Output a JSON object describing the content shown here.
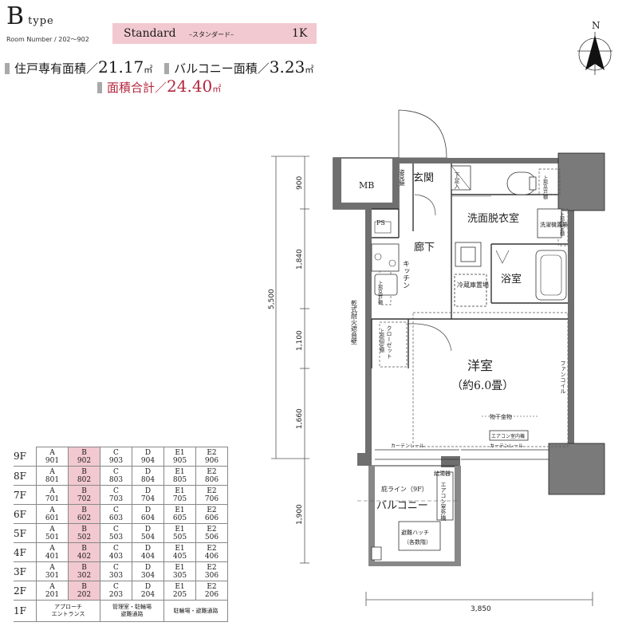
{
  "header": {
    "type_letter": "B",
    "type_word": "type",
    "room_number": "Room Number / 202〜902",
    "plan_name": "Standard",
    "plan_sub": "–スタンダード–",
    "layout": "1K",
    "private_area_label": "住戸専有面積／",
    "private_area_value": "21.17",
    "balcony_area_label": "バルコニー面積／",
    "balcony_area_value": "3.23",
    "total_area_label": "面積合計／",
    "total_area_value": "24.40",
    "unit": "㎡",
    "accent": "#b2263d",
    "highlight": "#f2c9d0"
  },
  "compass": {
    "label": "N",
    "icon": "north-arrow-icon"
  },
  "floor_table": {
    "rows": [
      {
        "floor": "9F",
        "units": [
          [
            "A",
            "901"
          ],
          [
            "B",
            "902"
          ],
          [
            "C",
            "903"
          ],
          [
            "D",
            "904"
          ],
          [
            "E1",
            "905"
          ],
          [
            "E2",
            "906"
          ]
        ]
      },
      {
        "floor": "8F",
        "units": [
          [
            "A",
            "801"
          ],
          [
            "B",
            "802"
          ],
          [
            "C",
            "803"
          ],
          [
            "D",
            "804"
          ],
          [
            "E1",
            "805"
          ],
          [
            "E2",
            "806"
          ]
        ]
      },
      {
        "floor": "7F",
        "units": [
          [
            "A",
            "701"
          ],
          [
            "B",
            "702"
          ],
          [
            "C",
            "703"
          ],
          [
            "D",
            "704"
          ],
          [
            "E1",
            "705"
          ],
          [
            "E2",
            "706"
          ]
        ]
      },
      {
        "floor": "6F",
        "units": [
          [
            "A",
            "601"
          ],
          [
            "B",
            "602"
          ],
          [
            "C",
            "603"
          ],
          [
            "D",
            "604"
          ],
          [
            "E1",
            "605"
          ],
          [
            "E2",
            "606"
          ]
        ]
      },
      {
        "floor": "5F",
        "units": [
          [
            "A",
            "501"
          ],
          [
            "B",
            "502"
          ],
          [
            "C",
            "503"
          ],
          [
            "D",
            "504"
          ],
          [
            "E1",
            "505"
          ],
          [
            "E2",
            "506"
          ]
        ]
      },
      {
        "floor": "4F",
        "units": [
          [
            "A",
            "401"
          ],
          [
            "B",
            "402"
          ],
          [
            "C",
            "403"
          ],
          [
            "D",
            "404"
          ],
          [
            "E1",
            "405"
          ],
          [
            "E2",
            "406"
          ]
        ]
      },
      {
        "floor": "3F",
        "units": [
          [
            "A",
            "301"
          ],
          [
            "B",
            "302"
          ],
          [
            "C",
            "303"
          ],
          [
            "D",
            "304"
          ],
          [
            "E1",
            "305"
          ],
          [
            "E2",
            "306"
          ]
        ]
      },
      {
        "floor": "2F",
        "units": [
          [
            "A",
            "201"
          ],
          [
            "B",
            "202"
          ],
          [
            "C",
            "203"
          ],
          [
            "D",
            "204"
          ],
          [
            "E1",
            "205"
          ],
          [
            "E2",
            "206"
          ]
        ]
      }
    ],
    "ground_floor": "1F",
    "ground_cells": [
      [
        "アプローチ",
        "エントランス"
      ],
      [
        "管理室・駐輪場",
        "避難通路"
      ],
      [
        "駐輪場・避難通路"
      ]
    ],
    "selected_column": "B"
  },
  "plan": {
    "rooms": {
      "mb": "MB",
      "ps": "PS",
      "genkan": "玄関",
      "shoe": "下足入",
      "mirror": "姿見鏡",
      "washroom": "洗面脱衣室",
      "hallway": "廊下",
      "kitchen": "キッチン",
      "bath": "浴室",
      "fridge": "冷蔵庫置場",
      "upper_shelf1": "上部吊戸棚",
      "upper_shelf2": "上部吊戸棚",
      "upper_shelf3": "上部固定棚",
      "washer": "洗濯機置場",
      "upper_fixed": "上部固定棚",
      "closet": "クローゼット",
      "western_room": "洋室",
      "western_size": "（約6.0畳）",
      "dry_wall": "乾式耐火遮音壁",
      "laundry_rail": "物干金物",
      "aircon_in": "エアコン室内機",
      "curtain_rail1": "カーテンレール",
      "curtain_rail2": "カーテンレール",
      "fancoil": "ファンコイル",
      "water_heater": "給湯器",
      "eave_line": "庇ライン（9F）",
      "balcony": "バルコニー",
      "aircon_out": "エアコン室外機",
      "hatch1": "避難ハッチ",
      "hatch2": "（各数階）"
    },
    "dimensions": {
      "total_vertical": "5,500",
      "d1": "900",
      "d2": "1,840",
      "d3": "1,100",
      "d4": "1,660",
      "d5": "1,900",
      "width": "3,850"
    }
  }
}
